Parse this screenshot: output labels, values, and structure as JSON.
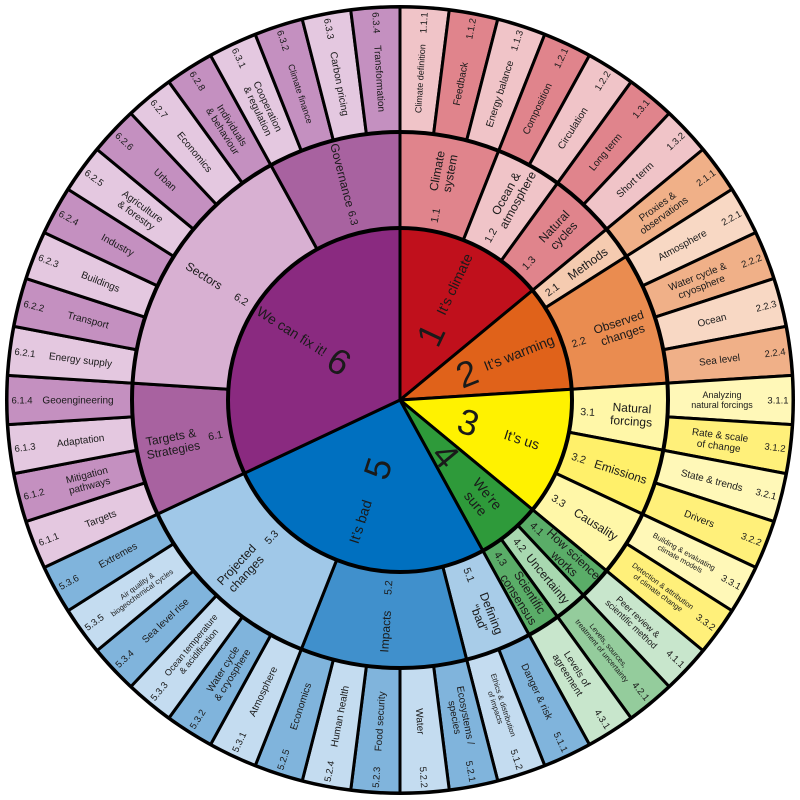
{
  "topics": [
    {
      "number": "1",
      "label": [
        "It’s climate"
      ],
      "color": "#c0101c",
      "subtopics": [
        {
          "number": "1.1",
          "label": [
            "Climate",
            "system"
          ],
          "color": "#e0848c",
          "leaves": [
            {
              "number": "1.1.1",
              "label": [
                "Climate definition"
              ],
              "color": "#f0c4c8"
            },
            {
              "number": "1.1.2",
              "label": [
                "Feedback"
              ],
              "color": "#e0848c"
            },
            {
              "number": "1.1.3",
              "label": [
                "Energy balance"
              ],
              "color": "#f0c4c8"
            }
          ]
        },
        {
          "number": "1.2",
          "label": [
            "Ocean &",
            "atmosphere"
          ],
          "color": "#f0c4c8",
          "leaves": [
            {
              "number": "1.2.1",
              "label": [
                "Composition"
              ],
              "color": "#e0848c"
            },
            {
              "number": "1.2.2",
              "label": [
                "Circulation"
              ],
              "color": "#f0c4c8"
            }
          ]
        },
        {
          "number": "1.3",
          "label": [
            "Natural",
            "cycles"
          ],
          "color": "#e0848c",
          "leaves": [
            {
              "number": "1.3.1",
              "label": [
                "Long term"
              ],
              "color": "#e0848c"
            },
            {
              "number": "1.3.2",
              "label": [
                "Short term"
              ],
              "color": "#f0c4c8"
            }
          ]
        }
      ]
    },
    {
      "number": "2",
      "label": [
        "It’s warming"
      ],
      "color": "#e0621a",
      "subtopics": [
        {
          "number": "2.1",
          "label": [
            "Methods"
          ],
          "color": "#f5cbb0",
          "leaves": [
            {
              "number": "2.1.1",
              "label": [
                "Proxies &",
                "observations"
              ],
              "color": "#f0b088"
            }
          ]
        },
        {
          "number": "2.2",
          "label": [
            "Observed",
            "changes"
          ],
          "color": "#ea8c50",
          "leaves": [
            {
              "number": "2.2.1",
              "label": [
                "Atmosphere"
              ],
              "color": "#f8d8c4"
            },
            {
              "number": "2.2.2",
              "label": [
                "Water cycle &",
                "cryosphere"
              ],
              "color": "#f0b088"
            },
            {
              "number": "2.2.3",
              "label": [
                "Ocean"
              ],
              "color": "#f8d8c4"
            },
            {
              "number": "2.2.4",
              "label": [
                "Sea level"
              ],
              "color": "#f0b088"
            }
          ]
        }
      ]
    },
    {
      "number": "3",
      "label": [
        "It’s us"
      ],
      "color": "#fff200",
      "subtopics": [
        {
          "number": "3.1",
          "label": [
            "Natural",
            "forcings"
          ],
          "color": "#fff7a8",
          "leaves": [
            {
              "number": "3.1.1",
              "label": [
                "Analyzing",
                "natural forcings"
              ],
              "color": "#fff8b8"
            },
            {
              "number": "3.1.2",
              "label": [
                "Rate & scale",
                "of change"
              ],
              "color": "#fff07a"
            }
          ]
        },
        {
          "number": "3.2",
          "label": [
            "Emissions"
          ],
          "color": "#fff06a",
          "leaves": [
            {
              "number": "3.2.1",
              "label": [
                "State & trends"
              ],
              "color": "#fff8b8"
            },
            {
              "number": "3.2.2",
              "label": [
                "Drivers"
              ],
              "color": "#fff07a"
            }
          ]
        },
        {
          "number": "3.3",
          "label": [
            "Causality"
          ],
          "color": "#fff7a8",
          "leaves": [
            {
              "number": "3.3.1",
              "label": [
                "Building & evaluating",
                "climate models"
              ],
              "color": "#fff8b8"
            },
            {
              "number": "3.3.2",
              "label": [
                "Detection & attribution",
                "of climate change"
              ],
              "color": "#fff07a"
            }
          ]
        }
      ]
    },
    {
      "number": "4",
      "label": [
        "We’re",
        "sure"
      ],
      "color": "#2e9a3a",
      "subtopics": [
        {
          "number": "4.1",
          "label": [
            "How science",
            "works"
          ],
          "color": "#5aad68",
          "leaves": [
            {
              "number": "4.1.1",
              "label": [
                "Peer review &",
                "scientific method"
              ],
              "color": "#c8e6cc"
            }
          ]
        },
        {
          "number": "4.2",
          "label": [
            "Uncertainty"
          ],
          "color": "#a8d8b0",
          "leaves": [
            {
              "number": "4.2.1",
              "label": [
                "Levels, sources,",
                "treatment of uncertainty"
              ],
              "color": "#94cc9c"
            }
          ]
        },
        {
          "number": "4.3",
          "label": [
            "Scientific",
            "consensus"
          ],
          "color": "#5aad68",
          "leaves": [
            {
              "number": "4.3.1",
              "label": [
                "Levels of",
                "agreement"
              ],
              "color": "#c8e6cc"
            }
          ]
        }
      ]
    },
    {
      "number": "5",
      "label": [
        "It’s bad"
      ],
      "color": "#0070c0",
      "subtopics": [
        {
          "number": "5.1",
          "label": [
            "Defining",
            "“bad”"
          ],
          "color": "#a8cce8",
          "leaves": [
            {
              "number": "5.1.1",
              "label": [
                "Danger & risk"
              ],
              "color": "#80b4dc"
            },
            {
              "number": "5.1.2",
              "label": [
                "Ethics & distribution",
                "of impacts"
              ],
              "color": "#c4dcf0"
            }
          ]
        },
        {
          "number": "5.2",
          "label": [
            "Impacts"
          ],
          "color": "#4090cc",
          "leaves": [
            {
              "number": "5.2.1",
              "label": [
                "Ecosystems /",
                "species"
              ],
              "color": "#80b4dc"
            },
            {
              "number": "5.2.2",
              "label": [
                "Water"
              ],
              "color": "#c4dcf0"
            },
            {
              "number": "5.2.3",
              "label": [
                "Food security"
              ],
              "color": "#80b4dc"
            },
            {
              "number": "5.2.4",
              "label": [
                "Human health"
              ],
              "color": "#c4dcf0"
            },
            {
              "number": "5.2.5",
              "label": [
                "Economics"
              ],
              "color": "#80b4dc"
            }
          ]
        },
        {
          "number": "5.3",
          "label": [
            "Projected",
            "changes"
          ],
          "color": "#a0c8e8",
          "leaves": [
            {
              "number": "5.3.1",
              "label": [
                "Atmosphere"
              ],
              "color": "#c4dcf0"
            },
            {
              "number": "5.3.2",
              "label": [
                "Water cycle",
                "& cryosphere"
              ],
              "color": "#80b4dc"
            },
            {
              "number": "5.3.3",
              "label": [
                "Ocean temperature",
                "& acidification"
              ],
              "color": "#c4dcf0"
            },
            {
              "number": "5.3.4",
              "label": [
                "Sea level rise"
              ],
              "color": "#80b4dc"
            },
            {
              "number": "5.3.5",
              "label": [
                "Air quality &",
                "biogeochemical cycles"
              ],
              "color": "#c4dcf0"
            },
            {
              "number": "5.3.6",
              "label": [
                "Extremes"
              ],
              "color": "#80b4dc"
            }
          ]
        }
      ]
    },
    {
      "number": "6",
      "label": [
        "We can fix it!"
      ],
      "color": "#8a2a80",
      "subtopics": [
        {
          "number": "6.1",
          "label": [
            "Targets &",
            "Strategies"
          ],
          "color": "#a862a0",
          "leaves": [
            {
              "number": "6.1.1",
              "label": [
                "Targets"
              ],
              "color": "#e4c8e0"
            },
            {
              "number": "6.1.2",
              "label": [
                "Mitigation",
                "pathways"
              ],
              "color": "#c490c0"
            },
            {
              "number": "6.1.3",
              "label": [
                "Adaptation"
              ],
              "color": "#e4c8e0"
            },
            {
              "number": "6.1.4",
              "label": [
                "Geoengineering"
              ],
              "color": "#c490c0"
            }
          ]
        },
        {
          "number": "6.2",
          "label": [
            "Sectors"
          ],
          "color": "#d8b0d2",
          "leaves": [
            {
              "number": "6.2.1",
              "label": [
                "Energy supply"
              ],
              "color": "#e4c8e0"
            },
            {
              "number": "6.2.2",
              "label": [
                "Transport"
              ],
              "color": "#c490c0"
            },
            {
              "number": "6.2.3",
              "label": [
                "Buildings"
              ],
              "color": "#e4c8e0"
            },
            {
              "number": "6.2.4",
              "label": [
                "Industry"
              ],
              "color": "#c490c0"
            },
            {
              "number": "6.2.5",
              "label": [
                "Agriculture",
                "& forestry"
              ],
              "color": "#e4c8e0"
            },
            {
              "number": "6.2.6",
              "label": [
                "Urban"
              ],
              "color": "#c490c0"
            },
            {
              "number": "6.2.7",
              "label": [
                "Economics"
              ],
              "color": "#e4c8e0"
            },
            {
              "number": "6.2.8",
              "label": [
                "Individuals",
                "& behaviour"
              ],
              "color": "#c490c0"
            }
          ]
        },
        {
          "number": "6.3",
          "label": [
            "Governance"
          ],
          "color": "#a862a0",
          "leaves": [
            {
              "number": "6.3.1",
              "label": [
                "Cooperation",
                "& regulation"
              ],
              "color": "#e4c8e0"
            },
            {
              "number": "6.3.2",
              "label": [
                "Climate finance"
              ],
              "color": "#c490c0"
            },
            {
              "number": "6.3.3",
              "label": [
                "Carbon pricing"
              ],
              "color": "#e4c8e0"
            },
            {
              "number": "6.3.4",
              "label": [
                "Transformation"
              ],
              "color": "#c490c0"
            }
          ]
        }
      ]
    }
  ]
}
